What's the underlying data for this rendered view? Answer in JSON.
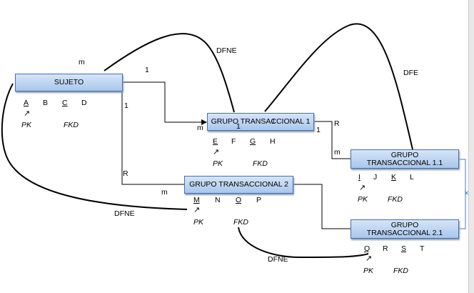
{
  "entities": {
    "sujeto": "SUJETO",
    "gt1": "GRUPO TRANSACCIONAL 1",
    "gt2": "GRUPO TRANSACCIONAL 2",
    "gt11": "GRUPO TRANSACCIONAL 1.1",
    "gt21": "GRUPO TRANSACCIONAL 2.1"
  },
  "attributes": {
    "sujeto": [
      "A",
      "B",
      "C",
      "D"
    ],
    "gt1": [
      "E",
      "F",
      "G",
      "H"
    ],
    "gt2": [
      "M",
      "N",
      "O",
      "P"
    ],
    "gt11": [
      "I",
      "J",
      "K",
      "L"
    ],
    "gt21": [
      "Q",
      "R",
      "S",
      "T"
    ]
  },
  "keys": {
    "pk": "PK",
    "fkd": "FKD"
  },
  "labels": {
    "m": "m",
    "one": "1",
    "r": "R",
    "dfne": "DFNE",
    "dfe": "DFE"
  },
  "colors": {
    "entity_border": "#4a6fa5",
    "connector": "#000000",
    "side_link": "#4a78c2"
  }
}
